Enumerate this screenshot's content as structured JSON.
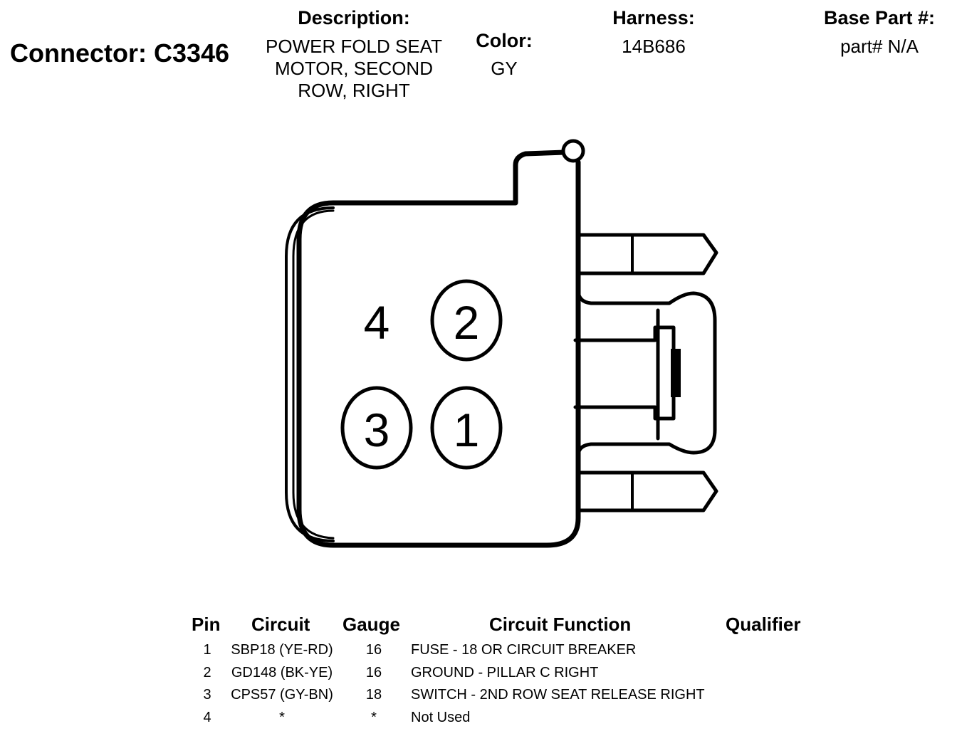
{
  "header": {
    "connector_label": "Connector: C3346",
    "description_label": "Description:",
    "description_lines": [
      "POWER FOLD SEAT",
      "MOTOR, SECOND",
      "ROW, RIGHT"
    ],
    "color_label": "Color:",
    "color_value": "GY",
    "harness_label": "Harness:",
    "harness_value": "14B686",
    "base_part_label": "Base Part #:",
    "base_part_value": "part# N/A"
  },
  "diagram": {
    "pins": [
      {
        "label": "4",
        "circled": false
      },
      {
        "label": "2",
        "circled": true
      },
      {
        "label": "3",
        "circled": true
      },
      {
        "label": "1",
        "circled": true
      }
    ]
  },
  "table": {
    "headers": {
      "pin": "Pin",
      "circuit": "Circuit",
      "gauge": "Gauge",
      "function": "Circuit Function",
      "qualifier": "Qualifier"
    },
    "rows": [
      {
        "pin": "1",
        "circuit": "SBP18 (YE-RD)",
        "gauge": "16",
        "function": "FUSE - 18 OR CIRCUIT BREAKER",
        "qualifier": ""
      },
      {
        "pin": "2",
        "circuit": "GD148 (BK-YE)",
        "gauge": "16",
        "function": "GROUND - PILLAR C RIGHT",
        "qualifier": ""
      },
      {
        "pin": "3",
        "circuit": "CPS57 (GY-BN)",
        "gauge": "18",
        "function": "SWITCH - 2ND ROW SEAT RELEASE RIGHT",
        "qualifier": ""
      },
      {
        "pin": "4",
        "circuit": "*",
        "gauge": "*",
        "function": "Not Used",
        "qualifier": ""
      }
    ]
  }
}
